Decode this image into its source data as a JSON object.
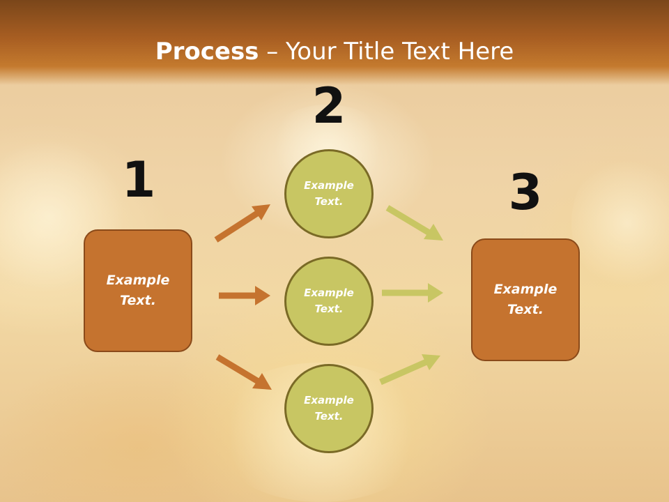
{
  "title": {
    "bold": "Process",
    "rest": " – Your Title Text Here"
  },
  "steps": {
    "one": {
      "number": "1",
      "text_line1": "Example",
      "text_line2": "Text."
    },
    "two": {
      "number": "2"
    },
    "three": {
      "number": "3",
      "text_line1": "Example",
      "text_line2": "Text."
    }
  },
  "circles": [
    {
      "text_line1": "Example",
      "text_line2": "Text."
    },
    {
      "text_line1": "Example",
      "text_line2": "Text."
    },
    {
      "text_line1": "Example",
      "text_line2": "Text."
    }
  ],
  "colors": {
    "title_bar": "#a85e22",
    "box_fill": "#c5732f",
    "box_border": "#8a4a1a",
    "circle_fill": "#c8c663",
    "circle_border": "#7a6a26",
    "arrow_orange": "#c5732f",
    "arrow_green": "#c8c663"
  }
}
